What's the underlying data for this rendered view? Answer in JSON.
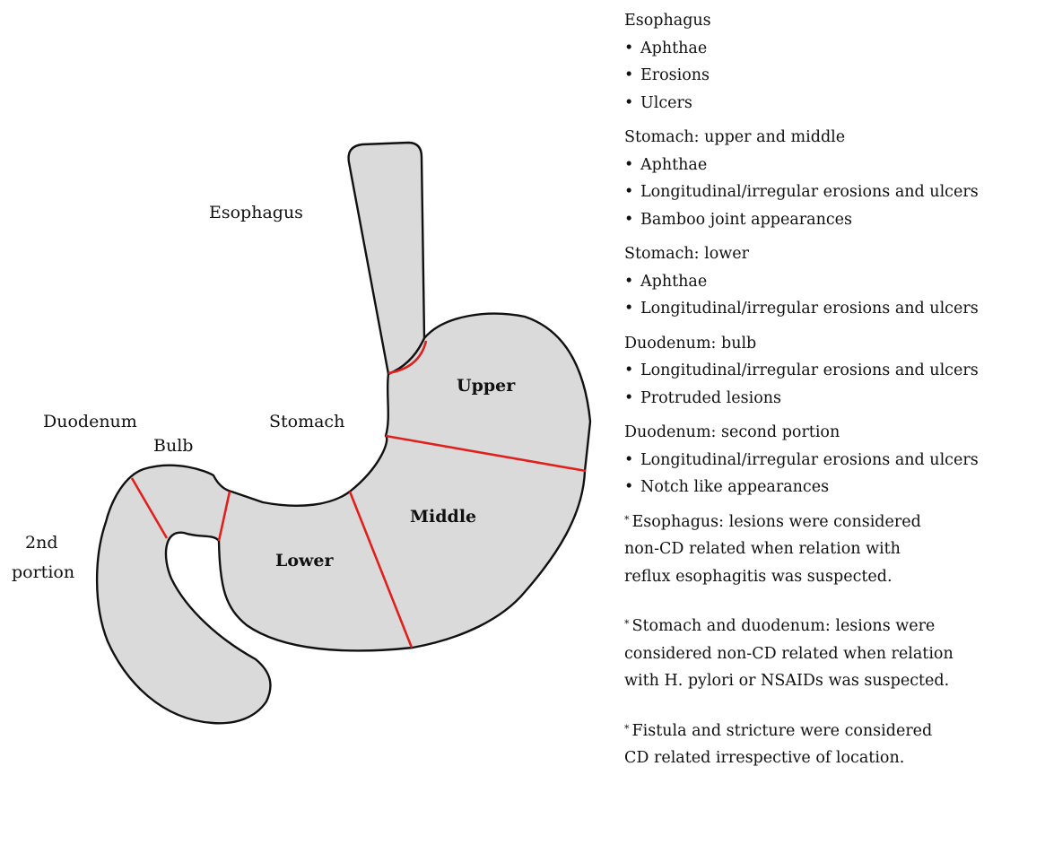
{
  "diagram": {
    "labels": {
      "esophagus": "Esophagus",
      "stomach": "Stomach",
      "duodenum": "Duodenum",
      "bulb": "Bulb",
      "second_portion_line1": "2nd",
      "second_portion_line2": "portion",
      "upper": "Upper",
      "middle": "Middle",
      "lower": "Lower"
    },
    "colors": {
      "organ_fill": "#dadada",
      "outline": "#111111",
      "divider": "#e0201c"
    }
  },
  "legend": {
    "sections": [
      {
        "title": "Esophagus",
        "items": [
          "Aphthae",
          "Erosions",
          "Ulcers"
        ]
      },
      {
        "title": "Stomach: upper and middle",
        "items": [
          "Aphthae",
          "Longitudinal/irregular erosions and ulcers",
          "Bamboo joint appearances"
        ]
      },
      {
        "title": "Stomach: lower",
        "items": [
          "Aphthae",
          "Longitudinal/irregular erosions and ulcers"
        ]
      },
      {
        "title": "Duodenum: bulb",
        "items": [
          "Longitudinal/irregular erosions and ulcers",
          "Protruded lesions"
        ]
      },
      {
        "title": "Duodenum: second portion",
        "items": [
          "Longitudinal/irregular erosions and ulcers",
          "Notch like appearances"
        ]
      }
    ],
    "bullet": "•",
    "note_marker": "*",
    "notes": [
      [
        "Esophagus: lesions were considered",
        "non-CD related when relation with",
        "reflux esophagitis was suspected."
      ],
      [
        "Stomach and duodenum: lesions were",
        "considered non-CD related when relation",
        "with H. pylori or NSAIDs was suspected."
      ],
      [
        "Fistula and stricture were considered",
        "CD related irrespective of location."
      ]
    ]
  }
}
